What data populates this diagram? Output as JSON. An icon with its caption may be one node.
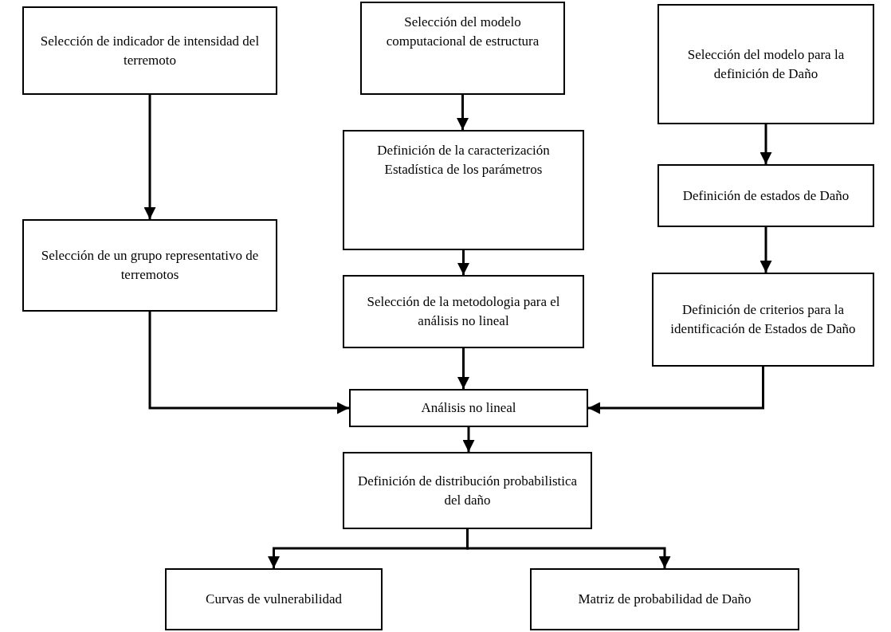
{
  "diagram": {
    "nodes": [
      {
        "text": [
          "Selección de indicador de intensidad del terremoto"
        ]
      },
      {
        "text": [
          "Selección del modelo computacional de estructura"
        ]
      },
      {
        "text": [
          "Selección del modelo para la definición de Daño"
        ]
      },
      {
        "text": [
          "Definición de la caracterización Estadística de los parámetros"
        ]
      },
      {
        "text": [
          "Definición de estados de Daño"
        ]
      },
      {
        "text": [
          "Selección de un grupo representativo de terremotos"
        ]
      },
      {
        "text": [
          "Selección de la metodologia para el análisis no lineal"
        ]
      },
      {
        "text": [
          "Definición de criterios para la identificación de Estados de Daño"
        ]
      },
      {
        "text": [
          "Análisis no lineal"
        ]
      },
      {
        "text": [
          "Definición de distribución probabilistica del daño"
        ]
      },
      {
        "text": [
          "Curvas de vulnerabilidad"
        ]
      },
      {
        "text": [
          "Matriz de probabilidad de Daño"
        ]
      }
    ],
    "edges": [
      {
        "from": 0,
        "to": 5,
        "arrow": "to"
      },
      {
        "from": 1,
        "to": 3,
        "arrow": "to"
      },
      {
        "from": 3,
        "to": 6,
        "arrow": "to"
      },
      {
        "from": 2,
        "to": 4,
        "arrow": "to"
      },
      {
        "from": 4,
        "to": 7,
        "arrow": "to"
      },
      {
        "from": 5,
        "to": 8,
        "arrow": "to"
      },
      {
        "from": 6,
        "to": 8,
        "arrow": "to"
      },
      {
        "from": 7,
        "to": 8,
        "arrow": "to"
      },
      {
        "from": 8,
        "to": 9,
        "arrow": "to"
      },
      {
        "from": 9,
        "to": 10,
        "arrow": "to"
      },
      {
        "from": 9,
        "to": 11,
        "arrow": "to"
      }
    ]
  }
}
